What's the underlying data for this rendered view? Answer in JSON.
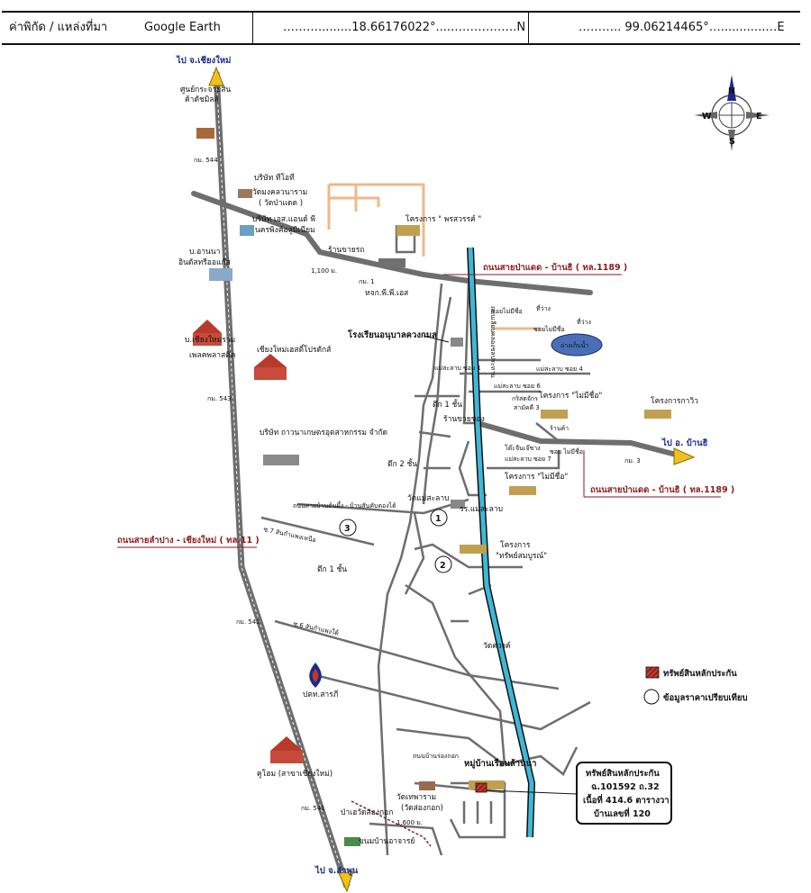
{
  "header": {
    "label": "ค่าพิกัด / แหล่งที่มา",
    "source": "Google Earth",
    "latitude": "……….........18.66176022°.....…………….N",
    "longitude": "……….. 99.06214465°…............…E"
  },
  "compass": {
    "n": "N",
    "s": "S",
    "e": "E",
    "w": "W"
  },
  "directions": {
    "to_chiangmai": "ไป จ.เชียงใหม่",
    "to_lamphun": "ไป จ.ลำพูน",
    "to_bandhi": "ไป อ. บ้านธิ"
  },
  "roads": {
    "lampang_chiangmai": "ถนนสายลำปาง - เชียงใหม่ ( ทล.11 )",
    "papae_bandhi_top": "ถนนสายป่าแดด - บ้านธิ  ( ทล.1189 )",
    "papae_bandhi_bottom": "ถนนสายป่าแดด - บ้านธิ  ( ทล.1189 )",
    "mae_sa_khap": "ถนนสายบ้านต้นผึ้ง - บ้านสันคับตองได้",
    "soi_7": "ซ.7 สันกำแพงเหนือ",
    "soi_6": "ซ.6 สันกำแพงใต้",
    "ban_don": "ถนนบ้านร่องกอก"
  },
  "km": [
    "กม. 544",
    "กม. 543",
    "กม. 542",
    "กม. 541",
    "กม. 1",
    "กม. 3"
  ],
  "distances": [
    "1,100 ม.",
    "1,600 ม."
  ],
  "places": {
    "p1": "ศูนย์กระจายสิน",
    "p1b": "ค้าดัชมิลล์",
    "p2": "บริษัท ทีโอที",
    "p3": "วัดมงคลวนาราม",
    "p3b": "( วัดป่าแดด )",
    "p4": "บริษัท เอส.แอนด์ พี",
    "p4b": "นครพิงค์อลูมิเนียม",
    "p5": "บ.อานนา",
    "p5b": "อินดัสทรีออแก๊ส",
    "p6": "บ.เชียงใหม่รวม",
    "p6b": "เพลคพลาสติค",
    "p7": "เชียงใหม่เฮสติ์โปรดักส์",
    "p8": "บริษัท ถาวนาเกษตรอุตสาหกรรม จำกัด",
    "p9": "ปตท.สารภี",
    "p10": "คูโฮม (สาขาเชียงใหม่)",
    "p11": "ร้านขายรถ",
    "p12": "หจก.พี.พี.เอส",
    "p13": "โครงการ \" พรสวรรค์ \"",
    "p14": "โรงเรียนอนุบาลควงกมล",
    "p15": "ตึก 1 ชั้น",
    "p16": "ร้านขายของ",
    "p17": "ตึก 2 ชั้น",
    "p18": "วัดแม่สะลาบ",
    "p19": "รร.แม่สะลาบ",
    "p20": "ตึก 1 ชั้น",
    "p21": "โครงการ",
    "p21b": "\"ทรัพย์สมบูรณ์\"",
    "p22": "วัดควงค์",
    "p23": "หมู่บ้านเรือนล้านนา",
    "p24": "วัดเทพาราม",
    "p24b": "(วัดส่องกอก)",
    "p25": "ป่าเฮวัดส่องกอก",
    "p26": "ขนมบ้านอาจารย์",
    "p27": "โครงการ \"ไม่มีชื่อ\"",
    "p28": "โครงการ \"ไม่มีชื่อ\"",
    "p29": "โครงการกาวิว",
    "p30": "อ่างเก็บน้ำ",
    "p31": "ที่ว่าง",
    "p32": "ที่ว่าง",
    "p33": "กริสตจักร",
    "p33b": "สามัคคี 3",
    "p34": "โต๊ะจีนเจ๊ชาง",
    "p35": "ร้านค้า"
  },
  "sois": {
    "s1": "แม่สะลาบ ซอย 1",
    "s2": "แม่สะลาบ ซอย 4",
    "s3": "แม่สะลาบ ซอย 6",
    "s4": "แม่สะลาบ ซอย 7",
    "s5": "ซอย ไม่มีชื่อ",
    "s6": "ซอยไม่มีชื่อ",
    "s7": "ซอยไม่มีชื่อ",
    "s8": "ถนนเลียบคลองชลประทาน"
  },
  "markers": [
    "1",
    "2",
    "3"
  ],
  "legend": {
    "collateral": "ทรัพย์สินหลักประกัน",
    "comparable": "ข้อมูลราคาเปรียบเทียบ"
  },
  "property_box": {
    "title": "ทรัพย์สินหลักประกัน",
    "deed": "ฉ.101592 ถ.32",
    "area": "เนื้อที่ 414.6 ตารางวา",
    "house": "บ้านเลขที่ 120"
  },
  "colors": {
    "road": "#6e6e6e",
    "canal": "#3fb8d8",
    "canal_edge": "#111111",
    "pond": "#4a6fb8",
    "dirt_road": "#f0b888",
    "arrow": "#f0c020",
    "collateral": "#c0392b",
    "compass_north": "#1a2a8a"
  }
}
